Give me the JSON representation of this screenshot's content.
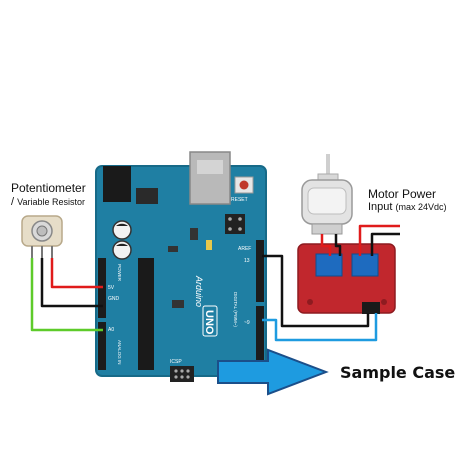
{
  "labels": {
    "potentiometer": "Potentiometer",
    "variable_resistor_prefix": "/ ",
    "variable_resistor": "Variable Resistor",
    "motor_power": "Motor Power",
    "motor_input": "Input",
    "motor_input_note": "(max 24Vdc)",
    "sample_case": "Sample Case"
  },
  "board": {
    "brand": "Arduino",
    "model": "UNO",
    "reset_label": "RESET",
    "aref_label": "AREF",
    "digital_label": "DIGITAL (PWM~)",
    "analog_label": "ANALOG IN",
    "power_label": "POWER",
    "icsp_label": "ICSP",
    "pin_5v": "5V",
    "pin_gnd": "GND",
    "pin_a0": "A0",
    "pin_9": "~9",
    "pin_13": "13"
  },
  "colors": {
    "board": "#1f7fa3",
    "driver": "#c1272d",
    "wire_red": "#e01b1b",
    "wire_black": "#111111",
    "wire_green": "#5ecb2a",
    "wire_blue": "#1e9be0",
    "arrow": "#1e9be0"
  }
}
